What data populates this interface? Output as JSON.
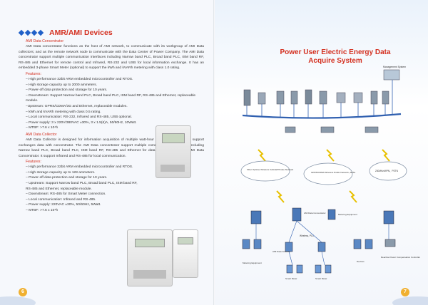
{
  "left": {
    "heading": "AMR/AMI Devices",
    "concentrator": {
      "title": "AMI Data Concentrator",
      "para": "AMI Data concentrator functions as the host of AMI network, to communicate with its workgroup of AMI Data collectors; and as the remote network node to communicate with the Data Center of Power Company. The AMI Data concentrator support multiple communication interfaces including Narrow band PLC, Broad band PLC, ISM band RF, RS-485 and Ethernet for remote control and Infrared, RS-232 and USB for local information exchange. It has an embedded 3-phase Smart Meter (optional) to support the kWh and kVARh metering with class 1.0 rating.",
      "features_label": "Features:",
      "features": [
        "– High performance 32bit ARM embedded microcontroller and RTOS.",
        "– High storage capacity up to 2000 ammeters.",
        "– Power-off data protection and storage for 10 years.",
        "– Downstream: Support Narrow band PLC, Broad band PLC, ISM band RF, RS-485 and Ethernet, replaceable module.",
        "–Upstream: GPRS/CDMA/3G and Ethernet, replaceable modules.",
        "– kWh and kVARh metering with class 0.5 rating.",
        "– Local communication: RS-232, Infrared and RS-485, USB optional.",
        "– Power supply: 3 x 220V/380VAC ±30%, 3 x 1.5(6)A, 50/60Hz, 10Watt.",
        "– MTBF: >7.6 x 10⁴h"
      ]
    },
    "collector": {
      "title": "AMI Data Collector",
      "para": "AMI Data Collector is designed for information acquisition of multiple watt-hour meters via RS-485. It support exchanges data with concentrator. The AMI Data concentrator support multiple communication interfaces including Narrow band PLC, Broad band PLC, ISM band RF, RS-485 and Ethernet for data exchange with the AMI Data Concentrator. It support Infrared and RS-485 for local communication.",
      "features_label": "Features:",
      "features": [
        "– High performance 32bit ARM embedded microcontroller and RTOS.",
        "– High storage capacity up to 128 ammeters.",
        "– Power-off data protection and storage for 10 years.",
        "– Upstream: Support Narrow band PLC, Broad band PLC, ISM band RF, RS-485 and Ethernet, replaceable module.",
        "– Downstream: RS-485 for Smart Meter connection.",
        "– Local communication: Infrared and RS-485.",
        "– Power supply: 220VAC ±30%, 50/60Hz, 5Watt.",
        "– MTBF: >7.6 x 10⁴h"
      ]
    },
    "page_number": "6"
  },
  "right": {
    "title_line1": "Power User Electric Energy Data",
    "title_line2": "Acquire System",
    "page_number": "7",
    "labels": {
      "management_system": "Management System",
      "fiber": "Fiber Optical, Wireless Cellular/Private Network",
      "gprs": "GPRS/CDMA Wireless Public Network, ADSL",
      "pstn": "230MHz/WPN、PSTN",
      "ami_concentrator": "AMI Data Concentrator",
      "wireless_plc": "Wireless, PLC",
      "ami_collector": "AMI Data Collector",
      "metering_equipment": "Metering Equipment",
      "smart_meter": "Smart Meter",
      "devices": "Devices",
      "reactive": "Reactive Power Compensation Controller"
    }
  },
  "colors": {
    "heading_red": "#d43020",
    "diamond_blue": "#2060c8",
    "page_num_orange": "#f0b030"
  }
}
